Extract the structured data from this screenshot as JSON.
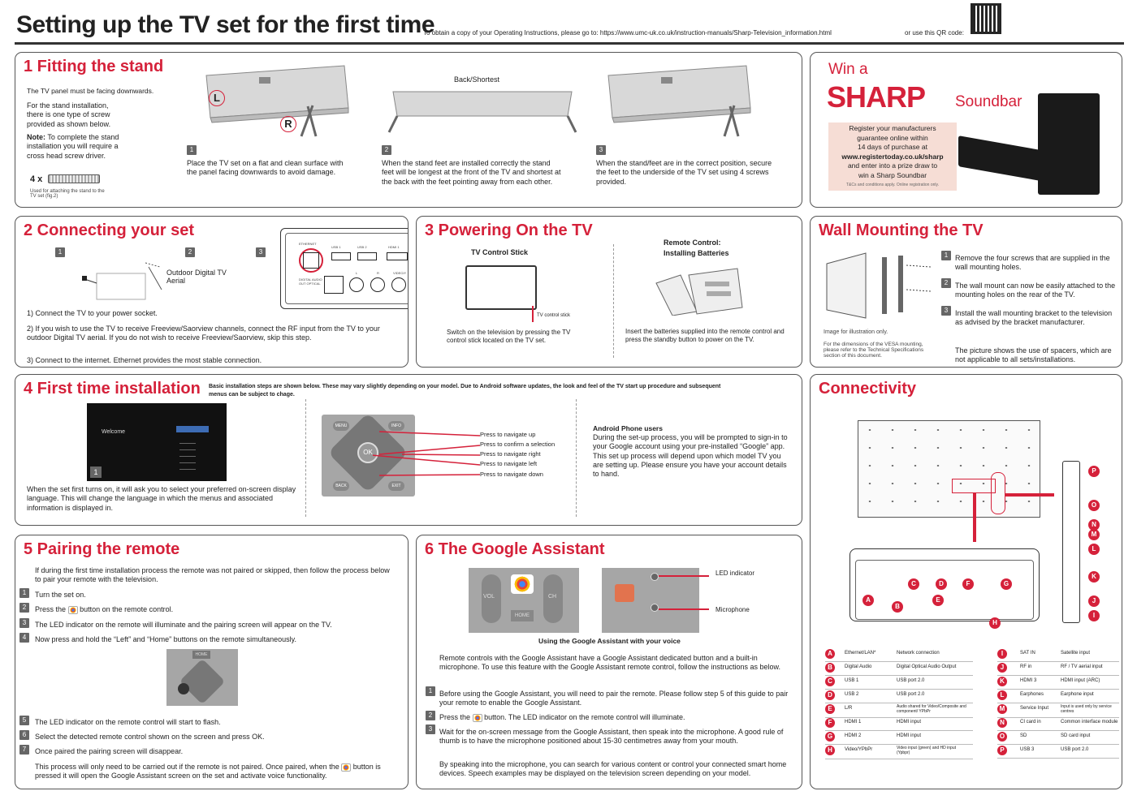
{
  "header": {
    "title": "Setting up the TV set for the first time",
    "manual_text": "To obtain a copy of your Operating Instructions, please go to: https://www.umc-uk.co.uk/instruction-manuals/Sharp-Television_information.html",
    "qr_text": "or use this QR code:"
  },
  "s1": {
    "title": "1 Fitting the stand",
    "p1": "The TV panel must be facing downwards.",
    "p2": "For the stand installation, there is one type of screw provided as shown below.",
    "note_label": "Note:",
    "note": "To complete the stand installation you will require a cross head screw driver.",
    "screw_qty": "4 x",
    "screw_caption": "Used for attaching the stand to the TV set (fig.2)",
    "mark_l": "L",
    "mark_r": "R",
    "back_label": "Back/Shortest",
    "steps": [
      {
        "n": "1",
        "text": "Place the TV set on a flat and clean surface with the panel facing downwards to avoid damage."
      },
      {
        "n": "2",
        "text": "When the stand feet are installed correctly the stand feet will be longest at the front of the TV and shortest at the back with the feet pointing away from each other."
      },
      {
        "n": "3",
        "text": "When the stand/feet are in the correct position, secure the feet to the underside of the TV set using 4 screws provided."
      }
    ]
  },
  "ad": {
    "win": "Win a",
    "brand": "SHARP",
    "product": "Soundbar",
    "l1": "Register your manufacturers",
    "l2": "guarantee online within",
    "l3": "14 days of purchase  at",
    "l4": "www.registertoday.co.uk/sharp",
    "l5": "and enter into a prize draw to",
    "l6": "win a Sharp Soundbar",
    "l7": "T&Cs and conditions apply. Online registration only."
  },
  "s2": {
    "title": "2 Connecting your set",
    "n1": "1",
    "n2": "2",
    "n3": "3",
    "aerial_label": "Outdoor Digital TV Aerial",
    "p1": "1) Connect the TV to your power socket.",
    "p2": "2) If you wish to use the TV to receive Freeview/Saorview channels, connect the RF input from the TV to your outdoor Digital TV aerial. If you do not wish to receive Freeview/Saorview, skip this step.",
    "p3": "3) Connect to the internet. Ethernet provides the most stable connection.",
    "port_eth": "ETHERNET",
    "port_usb1": "USB 1",
    "port_usb2": "USB 2",
    "port_opt": "DIGITAL AUDIO OUT OPTICAL",
    "port_hdmi": "HDMI 1",
    "port_l": "L",
    "port_r": "R",
    "port_video": "VIDEO/Y"
  },
  "s3": {
    "title": "3  Powering On the TV",
    "stick_title": "TV Control Stick",
    "stick_label": "TV control stick",
    "stick_text": "Switch on the television by pressing the TV control stick located on the TV set.",
    "remote_title1": "Remote Control:",
    "remote_title2": "Installing Batteries",
    "remote_text": "Insert the batteries supplied into the remote control and press the standby button to power on the TV."
  },
  "wall": {
    "title": "Wall Mounting the TV",
    "steps": [
      {
        "n": "1",
        "text": "Remove the four screws that are supplied in the wall mounting holes."
      },
      {
        "n": "2",
        "text": "The wall mount can now be easily attached to the mounting holes on the rear of the TV."
      },
      {
        "n": "3",
        "text": "Install the wall mounting bracket to the television as advised by the bracket manufacturer."
      }
    ],
    "img_note": "Image for illustration only.",
    "vesa_note": "For the dimensions of the VESA mounting, please refer to the Technical Specifications section of this document.",
    "spacers": "The picture shows the use of spacers, which are not applicable to all sets/installations."
  },
  "s4": {
    "title": "4 First time installation",
    "intro": "Basic installation steps are shown below. These may vary slightly depending on your model. Due to Android software updates, the look and feel of the TV start up procedure and subsequent menus can be subject to chage.",
    "welcome": "Welcome",
    "step_n": "1",
    "p1": "When the set first turns on, it will ask you to select your preferred on-screen display language. This will change the language in which the menus and associated information is displayed in.",
    "nav": [
      "Press to navigate up",
      "Press to confirm a selection",
      "Press to navigate right",
      "Press to navigate left",
      "Press to navigate down"
    ],
    "btn_menu": "MENU",
    "btn_info": "INFO",
    "btn_ok": "OK",
    "btn_back": "BACK",
    "btn_exit": "EXIT",
    "android_title": "Android Phone users",
    "android_text": "During the set-up process, you will be prompted to sign-in to your Google account using your pre-installed “Google” app. This set up process will depend upon which model TV you are setting up. Please ensure you have your account details to hand."
  },
  "conn": {
    "title": "Connectivity",
    "rows": [
      {
        "k": "A",
        "a": "Ethernet/LAN*",
        "b": "Network connection"
      },
      {
        "k": "B",
        "a": "Digital Audio",
        "b": "Digital Optical Audio Output"
      },
      {
        "k": "C",
        "a": "USB 1",
        "b": "USB port 2.0"
      },
      {
        "k": "D",
        "a": "USB 2",
        "b": "USB port 2.0"
      },
      {
        "k": "E",
        "a": "L/R",
        "b": "Audio shared for Video/Composite and component/ YPbPr"
      },
      {
        "k": "F",
        "a": "HDMI 1",
        "b": "HDMI input"
      },
      {
        "k": "G",
        "a": "HDMI 2",
        "b": "HDMI input"
      },
      {
        "k": "H",
        "a": "Video/YPbPr",
        "b": "Video input (green) and HD input (Ypbpr)"
      },
      {
        "k": "I",
        "a": "SAT IN",
        "b": "Satellite input"
      },
      {
        "k": "J",
        "a": "RF in",
        "b": "RF / TV aerial input"
      },
      {
        "k": "K",
        "a": "HDMI 3",
        "b": "HDMI input (ARC)"
      },
      {
        "k": "L",
        "a": "Earphones",
        "b": "Earphone input"
      },
      {
        "k": "M",
        "a": "Service Input",
        "b": "Input is used only by service centres"
      },
      {
        "k": "N",
        "a": "CI card in",
        "b": "Common interface module"
      },
      {
        "k": "O",
        "a": "SD",
        "b": "SD card input"
      },
      {
        "k": "P",
        "a": "USB 3",
        "b": "USB port 2.0"
      }
    ],
    "letters": [
      "A",
      "B",
      "C",
      "D",
      "E",
      "F",
      "G",
      "H",
      "I",
      "J",
      "K",
      "L",
      "M",
      "N",
      "O",
      "P"
    ]
  },
  "s5": {
    "title": "5 Pairing the remote",
    "intro": "If during the first time installation process the remote was not paired or skipped, then follow the process below to pair your remote with the television.",
    "steps": [
      {
        "n": "1",
        "text": "Turn the set on."
      },
      {
        "n": "2",
        "pre": "Press the",
        "post": "button on the remote control."
      },
      {
        "n": "3",
        "text": "The LED indicator on the remote will illuminate and the pairing screen will appear on the TV."
      },
      {
        "n": "4",
        "text": "Now press and hold the “Left” and “Home” buttons on the remote simultaneously."
      },
      {
        "n": "5",
        "text": "The LED indicator on the remote control will start to flash."
      },
      {
        "n": "6",
        "text": "Select the detected remote control shown on the screen and press OK."
      },
      {
        "n": "7",
        "text": "Once paired the pairing screen will disappear."
      }
    ],
    "home_label": "HOME",
    "outro_pre": "This process will only need to be carried out if the remote is not paired. Once paired, when the",
    "outro_post": "button is pressed it will open the Google Assistant screen on the set and activate voice functionality."
  },
  "s6": {
    "title": "6 The Google Assistant",
    "led": "LED indicator",
    "mic": "Microphone",
    "vol": "VOL",
    "ch": "CH",
    "home": "HOME",
    "caption": "Using the Google Assistant with your voice",
    "p1": "Remote controls with the Google Assistant have a Google Assistant dedicated button and a built-in microphone. To use this feature with the Google Assistant remote control, follow the instructions as below.",
    "steps": [
      {
        "n": "1",
        "text": "Before using the Google Assistant, you will need to pair the remote. Please follow step 5 of this guide to pair your remote to enable the Google Assistant."
      },
      {
        "n": "2",
        "pre": "Press the",
        "post": "button. The LED indicator on the remote control will illuminate."
      },
      {
        "n": "3",
        "text": "Wait for the on-screen message from the Google Assistant, then speak into the microphone. A good rule of thumb is to have the microphone positioned about 15-30 centimetres away from your mouth."
      }
    ],
    "p2": "By speaking into the microphone, you can search for various content or control your connected smart home devices. Speech examples may be displayed on the television screen depending on your model."
  },
  "colors": {
    "accent": "#d5213a",
    "border": "#555555"
  }
}
